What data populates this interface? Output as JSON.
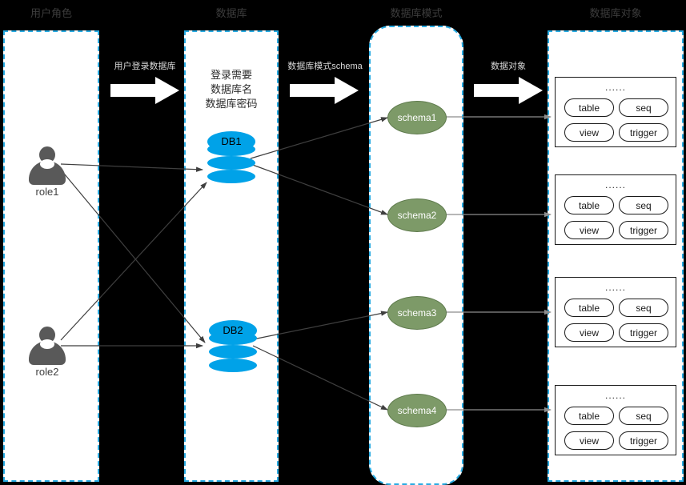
{
  "diagram": {
    "title": "Database role / schema / object relationship diagram",
    "colors": {
      "lane_border": "#29abe2",
      "lane_fill": "#ffffff",
      "background": "#000000",
      "db_cylinder": "#00a2e8",
      "schema_fill": "#7d9a68",
      "person_fill": "#595959",
      "connector": "#3f3f3f"
    }
  },
  "lanes": [
    {
      "id": "role",
      "title": "用户角色"
    },
    {
      "id": "db",
      "title": "数据库"
    },
    {
      "id": "schema",
      "title": "数据库模式"
    },
    {
      "id": "object",
      "title": "数据库对象"
    }
  ],
  "flow_arrows": [
    {
      "id": "arrow-login",
      "label": "用户登录数据库"
    },
    {
      "id": "arrow-schema",
      "label": "数据库模式schema"
    },
    {
      "id": "arrow-object",
      "label": "数据对象"
    }
  ],
  "roles": [
    {
      "id": "role1",
      "label": "role1"
    },
    {
      "id": "role2",
      "label": "role2"
    }
  ],
  "databases": [
    {
      "id": "db1",
      "label": "DB1"
    },
    {
      "id": "db2",
      "label": "DB2"
    }
  ],
  "db_note": {
    "line1": "登录需要",
    "line2": "数据库名",
    "line3": "数据库密码"
  },
  "schemas": [
    {
      "id": "schema1",
      "label": "schema1"
    },
    {
      "id": "schema2",
      "label": "schema2"
    },
    {
      "id": "schema3",
      "label": "schema3"
    },
    {
      "id": "schema4",
      "label": "schema4"
    }
  ],
  "object_boxes": [
    {
      "id": "objects1",
      "ellipsis": "......",
      "items": [
        "table",
        "seq",
        "view",
        "trigger"
      ]
    },
    {
      "id": "objects2",
      "ellipsis": "......",
      "items": [
        "table",
        "seq",
        "view",
        "trigger"
      ]
    },
    {
      "id": "objects3",
      "ellipsis": "......",
      "items": [
        "table",
        "seq",
        "view",
        "trigger"
      ]
    },
    {
      "id": "objects4",
      "ellipsis": "......",
      "items": [
        "table",
        "seq",
        "view",
        "trigger"
      ]
    }
  ]
}
